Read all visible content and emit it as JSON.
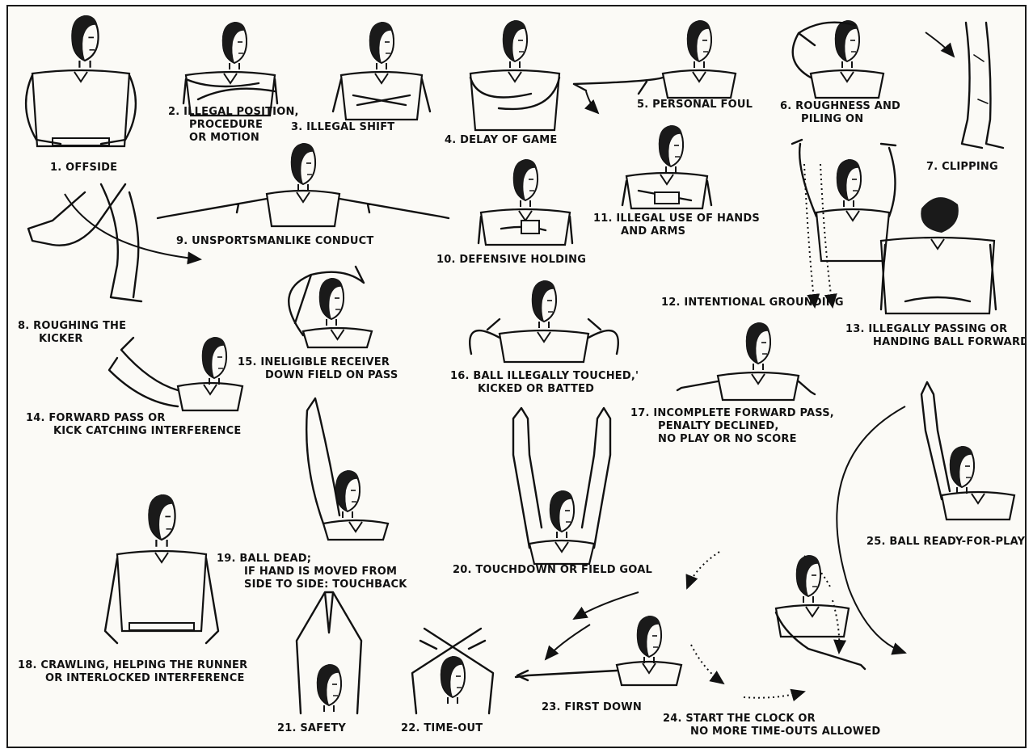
{
  "signals": [
    {
      "number": "1.",
      "lines": [
        "OFFSIDE"
      ]
    },
    {
      "number": "2.",
      "lines": [
        "ILLEGAL POSITION,",
        "PROCEDURE",
        "OR MOTION"
      ]
    },
    {
      "number": "3.",
      "lines": [
        "ILLEGAL SHIFT"
      ]
    },
    {
      "number": "4.",
      "lines": [
        "DELAY OF GAME"
      ]
    },
    {
      "number": "5.",
      "lines": [
        "PERSONAL FOUL"
      ]
    },
    {
      "number": "6.",
      "lines": [
        "ROUGHNESS AND",
        "PILING ON"
      ]
    },
    {
      "number": "7.",
      "lines": [
        "CLIPPING"
      ]
    },
    {
      "number": "8.",
      "lines": [
        "ROUGHING THE",
        "KICKER"
      ]
    },
    {
      "number": "9.",
      "lines": [
        "UNSPORTSMANLIKE CONDUCT"
      ]
    },
    {
      "number": "10.",
      "lines": [
        "DEFENSIVE HOLDING"
      ]
    },
    {
      "number": "11.",
      "lines": [
        "ILLEGAL USE OF HANDS",
        "AND ARMS"
      ]
    },
    {
      "number": "12.",
      "lines": [
        "INTENTIONAL GROUNDING"
      ]
    },
    {
      "number": "13.",
      "lines": [
        "ILLEGALLY PASSING OR",
        "HANDING BALL FORWARD"
      ]
    },
    {
      "number": "14.",
      "lines": [
        "FORWARD PASS OR",
        "KICK CATCHING INTERFERENCE"
      ]
    },
    {
      "number": "15.",
      "lines": [
        "INELIGIBLE RECEIVER",
        "DOWN FIELD ON PASS"
      ]
    },
    {
      "number": "16.",
      "lines": [
        "BALL ILLEGALLY TOUCHED,'",
        "KICKED OR BATTED"
      ]
    },
    {
      "number": "17.",
      "lines": [
        "INCOMPLETE FORWARD PASS,",
        "PENALTY DECLINED,",
        "NO PLAY OR NO SCORE"
      ]
    },
    {
      "number": "18.",
      "lines": [
        "CRAWLING, HELPING THE RUNNER",
        "OR INTERLOCKED INTERFERENCE"
      ]
    },
    {
      "number": "19.",
      "lines": [
        "BALL DEAD;",
        "IF HAND IS MOVED FROM",
        "SIDE TO SIDE: TOUCHBACK"
      ]
    },
    {
      "number": "20.",
      "lines": [
        "TOUCHDOWN OR FIELD GOAL"
      ]
    },
    {
      "number": "21.",
      "lines": [
        "SAFETY"
      ]
    },
    {
      "number": "22.",
      "lines": [
        "TIME-OUT"
      ]
    },
    {
      "number": "23.",
      "lines": [
        "FIRST DOWN"
      ]
    },
    {
      "number": "24.",
      "lines": [
        "START THE CLOCK OR",
        "NO MORE TIME-OUTS ALLOWED"
      ]
    },
    {
      "number": "25.",
      "lines": [
        "BALL READY-FOR-PLAY"
      ]
    }
  ],
  "colors": {
    "ink": "#111111",
    "paper": "#fbfaf6",
    "shadow": "#1a1a1a"
  }
}
